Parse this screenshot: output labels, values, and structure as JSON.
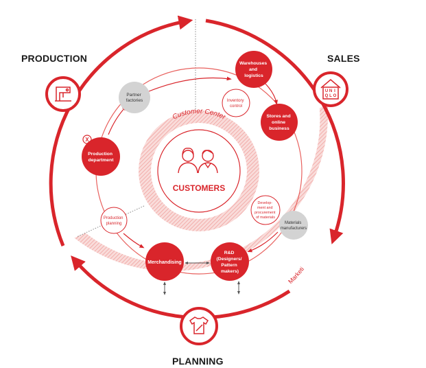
{
  "phases": {
    "production": "PRODUCTION",
    "sales": "SALES",
    "planning": "PLANNING"
  },
  "center": {
    "label": "CUSTOMERS",
    "ring_label": "Customer Center"
  },
  "outer_band_label": "Marketing",
  "nodes": {
    "partner_factories": [
      "Partner",
      "factories"
    ],
    "warehouses": [
      "Warehouses",
      "and",
      "logistics"
    ],
    "inventory_control": [
      "Inventory",
      "control"
    ],
    "stores": [
      "Stores and",
      "online",
      "business"
    ],
    "production_department": [
      "Production",
      "department"
    ],
    "production_planning": [
      "Production",
      "planning"
    ],
    "development": [
      "Develop-",
      "ment and",
      "procurement",
      "of materials"
    ],
    "materials_manufacturers": [
      "Materials",
      "manufacturers"
    ],
    "merchandising": [
      "Merchandising"
    ],
    "rnd": [
      "R&D",
      "(Designers/",
      "Pattern",
      "makers)"
    ]
  },
  "store_sign_letters": [
    "U",
    "N",
    "I",
    "Q",
    "L",
    "O"
  ],
  "colors": {
    "accent": "#d9252b",
    "gray_node": "#d3d3d3",
    "light_band": "#f5c9c7",
    "text_dark": "#1a1a1a"
  }
}
